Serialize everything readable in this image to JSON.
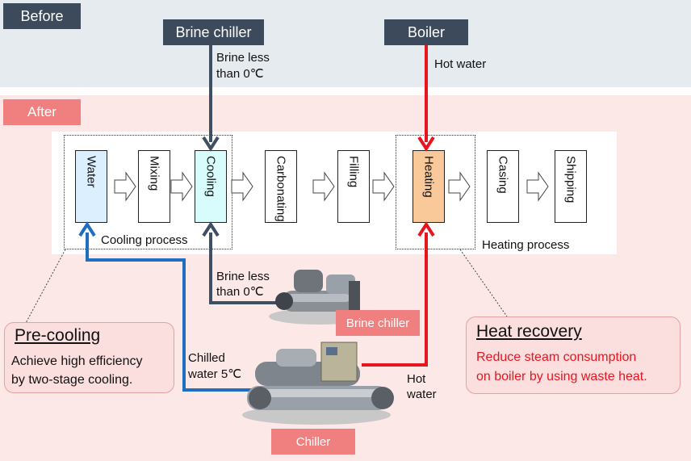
{
  "sections": {
    "before": "Before",
    "after": "After"
  },
  "top_sources": {
    "brine_chiller": "Brine chiller",
    "boiler": "Boiler",
    "brine_note_line1": "Brine less",
    "brine_note_line2": "than 0℃",
    "hot_water_note": "Hot water"
  },
  "process_steps": [
    "Water",
    "Mixing",
    "Cooling",
    "Carbonating",
    "Filling",
    "Heating",
    "Casing",
    "Shipping"
  ],
  "groups": {
    "cooling": "Cooling process",
    "heating": "Heating process"
  },
  "lower": {
    "brine_note_line1": "Brine less",
    "brine_note_line2": "than 0℃",
    "chilled_line1": "Chilled",
    "chilled_line2": "water 5℃",
    "hot_line1": "Hot",
    "hot_line2": "water",
    "brine_chiller_label": "Brine chiller",
    "chiller_label": "Chiller"
  },
  "precooling": {
    "title": "Pre-cooling",
    "line1": "Achieve high efficiency",
    "line2": "by two-stage cooling."
  },
  "heat_recovery": {
    "title": "Heat recovery",
    "line1": "Reduce steam consumption",
    "line2": "on boiler by using waste heat."
  },
  "colors": {
    "before_band": "#e6ebef",
    "after_band": "#fde8e8",
    "dark_label": "#3c4a5c",
    "pink_label": "#f08080",
    "brine_line": "#3e4f63",
    "hot_line": "#e8141e",
    "chilled_line": "#1f6fc0",
    "heat_recovery_text": "#e8141e"
  }
}
